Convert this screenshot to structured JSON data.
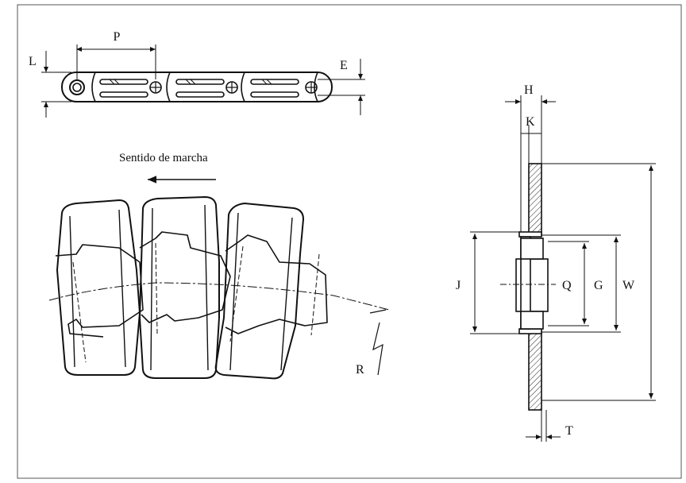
{
  "labels": {
    "P": "P",
    "L": "L",
    "E": "E",
    "H": "H",
    "K": "K",
    "J": "J",
    "Q": "Q",
    "G": "G",
    "W": "W",
    "T": "T",
    "R": "R"
  },
  "direction_caption": "Sentido de marcha"
}
